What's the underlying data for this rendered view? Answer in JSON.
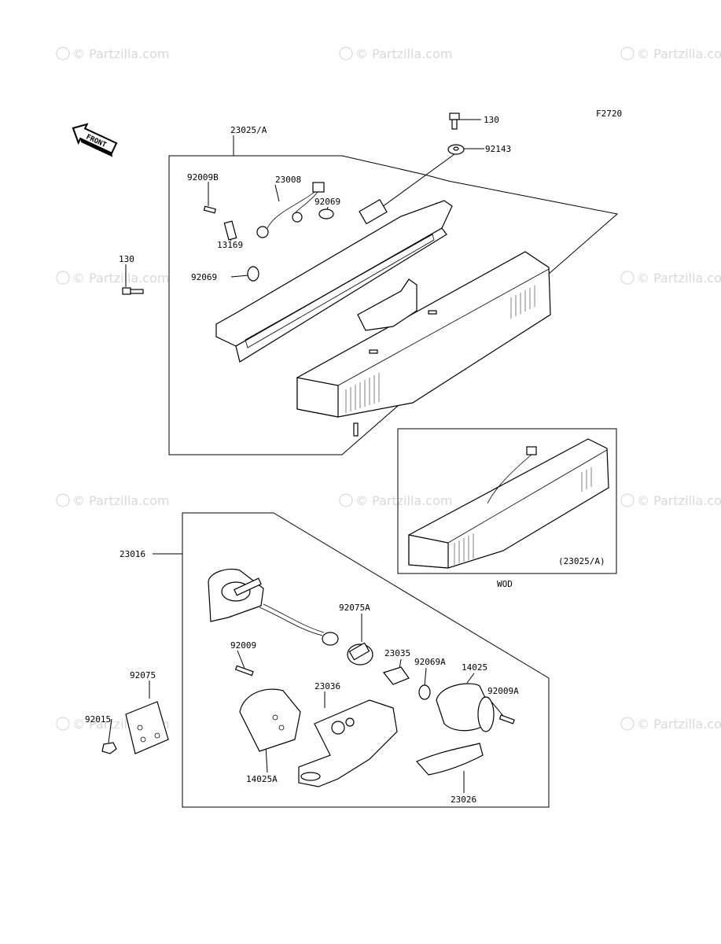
{
  "diagram": {
    "code": "F2720",
    "watermark": "© Partzilla.com",
    "front_label": "FRONT",
    "variant_label": "WOD",
    "variant_ref": "(23025/A)"
  },
  "labels": {
    "p130_top": "130",
    "p92143": "92143",
    "p23025a": "23025/A",
    "p92009b": "92009B",
    "p23008": "23008",
    "p92069_top": "92069",
    "p13169": "13169",
    "p92069_mid": "92069",
    "p130_left": "130",
    "p23016": "23016",
    "p92075a": "92075A",
    "p23035": "23035",
    "p92009": "92009",
    "p92069a": "92069A",
    "p14025": "14025",
    "p92075": "92075",
    "p23036": "23036",
    "p92009a": "92009A",
    "p92015": "92015",
    "p14025a": "14025A",
    "p23026": "23026"
  }
}
